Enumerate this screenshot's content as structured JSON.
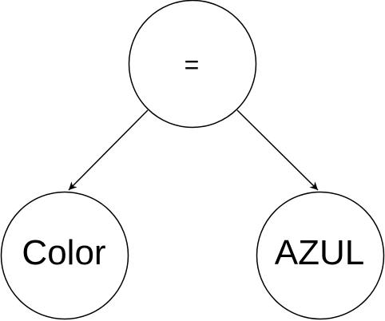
{
  "diagram": {
    "type": "expression-tree",
    "nodes": {
      "root": {
        "label": "="
      },
      "left": {
        "label": "Color"
      },
      "right": {
        "label": "AZUL"
      }
    },
    "edges": [
      {
        "from": "root",
        "to": "left",
        "directed": true
      },
      {
        "from": "root",
        "to": "right",
        "directed": true
      }
    ],
    "colors": {
      "stroke": "#000000",
      "fill": "#ffffff",
      "text": "#000000"
    }
  }
}
